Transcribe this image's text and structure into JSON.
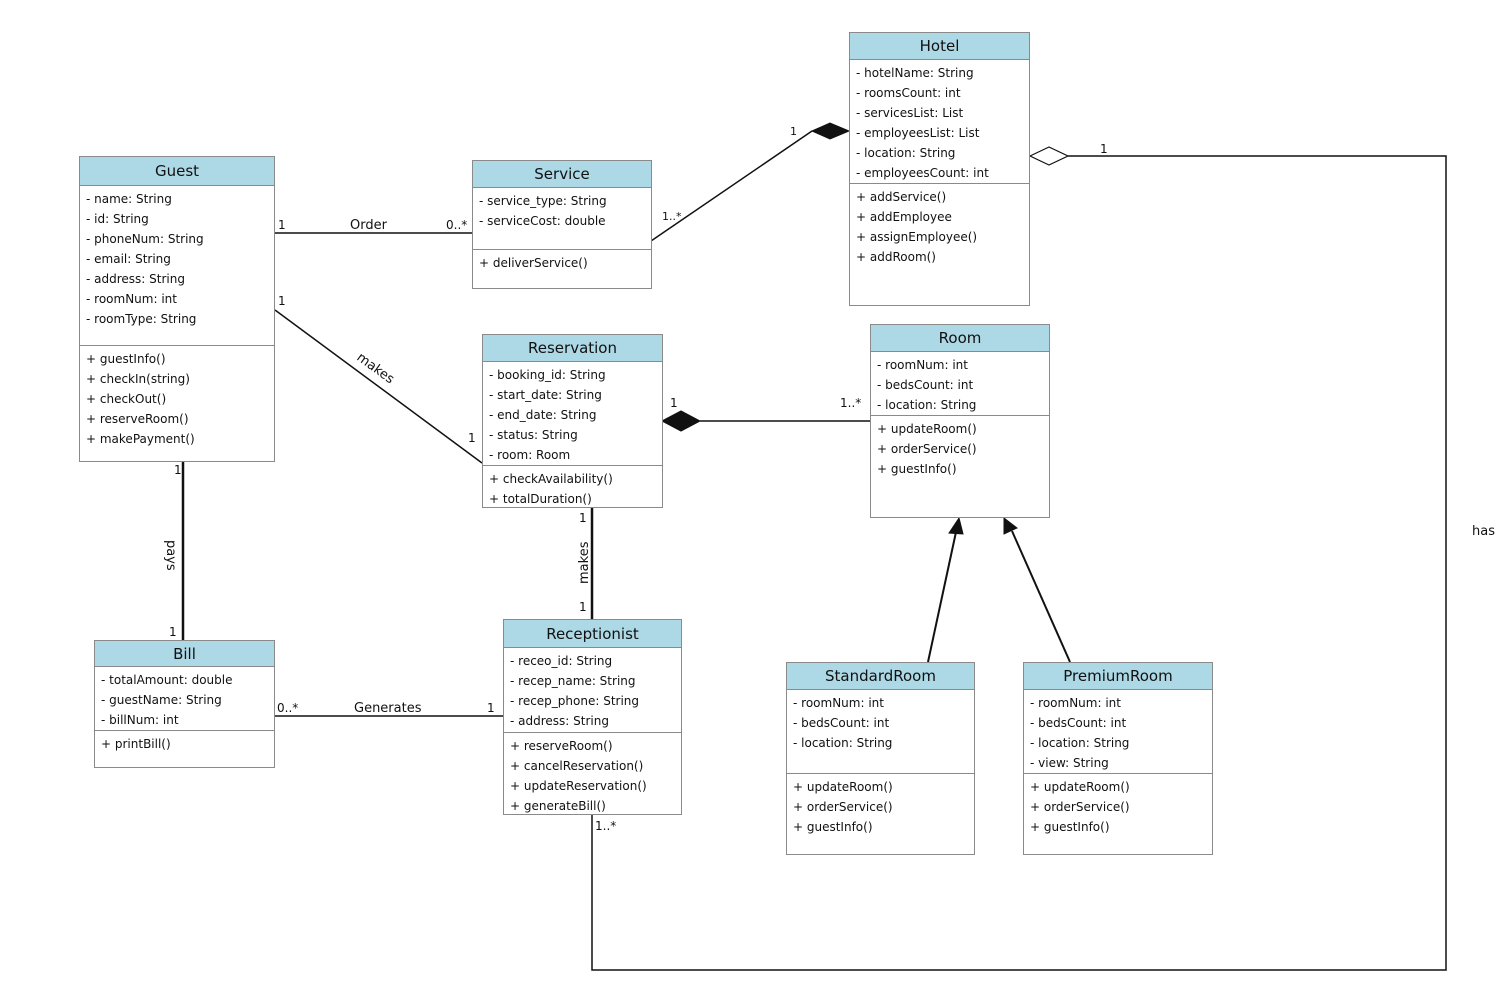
{
  "classes": {
    "hotel": {
      "name": "Hotel",
      "attributes": [
        "- hotelName: String",
        "- roomsCount: int",
        "- servicesList: List",
        "- employeesList: List",
        "- location: String",
        "- employeesCount: int"
      ],
      "methods": [
        "+ addService()",
        "+ addEmployee",
        "+ assignEmployee()",
        "+ addRoom()"
      ]
    },
    "guest": {
      "name": "Guest",
      "attributes": [
        "- name: String",
        "- id: String",
        "- phoneNum: String",
        "- email: String",
        "- address: String",
        "- roomNum: int",
        "- roomType: String"
      ],
      "methods": [
        "+ guestInfo()",
        "+ checkIn(string)",
        "+ checkOut()",
        "+ reserveRoom()",
        "+ makePayment()"
      ]
    },
    "service": {
      "name": "Service",
      "attributes": [
        "- service_type: String",
        "- serviceCost: double"
      ],
      "methods": [
        "+ deliverService()"
      ]
    },
    "reservation": {
      "name": "Reservation",
      "attributes": [
        "- booking_id: String",
        "- start_date: String",
        "- end_date: String",
        "- status: String",
        "- room: Room"
      ],
      "methods": [
        "+ checkAvailability()",
        "+ totalDuration()"
      ]
    },
    "room": {
      "name": "Room",
      "attributes": [
        "- roomNum: int",
        "- bedsCount: int",
        "- location: String"
      ],
      "methods": [
        "+ updateRoom()",
        "+ orderService()",
        "+ guestInfo()"
      ]
    },
    "bill": {
      "name": "Bill",
      "attributes": [
        "- totalAmount: double",
        "- guestName: String",
        "- billNum: int"
      ],
      "methods": [
        "+ printBill()"
      ]
    },
    "receptionist": {
      "name": "Receptionist",
      "attributes": [
        "- receo_id: String",
        "- recep_name: String",
        "- recep_phone: String",
        "- address: String"
      ],
      "methods": [
        "+ reserveRoom()",
        "+ cancelReservation()",
        "+ updateReservation()",
        "+ generateBill()"
      ]
    },
    "standardroom": {
      "name": "StandardRoom",
      "attributes": [
        "- roomNum: int",
        "- bedsCount: int",
        "- location: String"
      ],
      "methods": [
        "+ updateRoom()",
        "+ orderService()",
        "+ guestInfo()"
      ]
    },
    "premiumroom": {
      "name": "PremiumRoom",
      "attributes": [
        "- roomNum: int",
        "- bedsCount: int",
        "- location: String",
        "- view: String"
      ],
      "methods": [
        "+ updateRoom()",
        "+ orderService()",
        "+ guestInfo()"
      ]
    }
  },
  "associations": {
    "order": {
      "label": "Order",
      "m1": "1",
      "m2": "0..*"
    },
    "service_hotel": {
      "m1": "1..*",
      "m2": "1"
    },
    "guest_reservation": {
      "label": "makes",
      "m1": "1",
      "m2": "1"
    },
    "reservation_room": {
      "m1": "1",
      "m2": "1..*"
    },
    "pays": {
      "label": "pays",
      "m1": "1",
      "m2": "1"
    },
    "reservation_receptionist": {
      "label": "makes",
      "m1": "1",
      "m2": "1"
    },
    "generates": {
      "label": "Generates",
      "m1": "0..*",
      "m2": "1"
    },
    "has": {
      "label": "has",
      "m1": "1",
      "m2": "1..*"
    },
    "room_multiplicity": "1"
  },
  "colors": {
    "header": "#add8e6",
    "border": "#8a8a8a",
    "line": "#111111"
  }
}
